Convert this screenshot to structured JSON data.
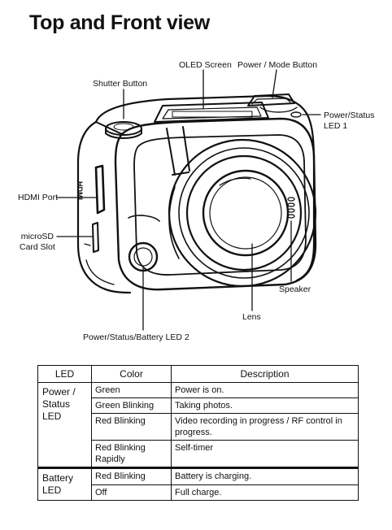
{
  "title": "Top and Front view",
  "callouts": {
    "oled": "OLED Screen",
    "power_mode": "Power / Mode Button",
    "shutter": "Shutter Button",
    "status_led_1": "Power/Status\nLED 1",
    "hdmi_port": "HDMI Port",
    "microsd": "microSD\nCard Slot",
    "speaker": "Speaker",
    "lens": "Lens",
    "led_2": "Power/Status/Battery LED 2"
  },
  "body_labels": {
    "hdmi": "HDMI"
  },
  "table": {
    "headers": [
      "LED",
      "Color",
      "Description"
    ],
    "groups": [
      {
        "led": "Power /\nStatus\nLED",
        "rows": [
          {
            "color": "Green",
            "description": "Power is on."
          },
          {
            "color": "Green Blinking",
            "description": "Taking photos."
          },
          {
            "color": "Red Blinking",
            "description": "Video recording in progress / RF control in progress."
          },
          {
            "color": "Red Blinking\nRapidly",
            "description": "Self-timer"
          }
        ]
      },
      {
        "led": "Battery\nLED",
        "rows": [
          {
            "color": "Red Blinking",
            "description": "Battery is charging."
          },
          {
            "color": "Off",
            "description": "Full charge."
          }
        ]
      }
    ]
  }
}
